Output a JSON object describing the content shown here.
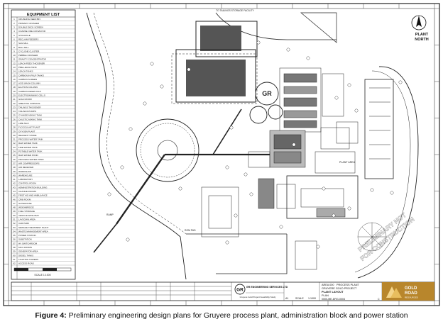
{
  "equipment_list": {
    "title": "EQUIPMENT LIST",
    "rows": [
      "CRUSHING FEED BIN",
      "PRIMARY CRUSHER",
      "DOUBLE DECK SCREEN",
      "COARSE ORE CONVEYOR",
      "STOCKPILE",
      "RECLAIM FEEDERS",
      "SAG MILL",
      "BALL MILL",
      "CYCLONE CLUSTER",
      "PEBBLE CRUSHER",
      "GRAVITY CONCENTRATOR",
      "LEACH FEED THICKENER",
      "PRE-LEACH TANK",
      "LEACH TANKS",
      "CARBON IN PULP TANKS",
      "CARBON SCREEN",
      "ACID WASH COLUMN",
      "ELUTION COLUMN",
      "CARBON REGEN KILN",
      "ELECTROWINNING CELLS",
      "GOLD ROOM",
      "SMELTING FURNACE",
      "TAILINGS THICKENER",
      "TAILINGS PUMPS",
      "CYANIDE MIXING TANK",
      "CAUSTIC MIXING TANK",
      "LIME SILO",
      "FLOCCULANT PLANT",
      "OXYGEN PLANT",
      "REAGENT STORE",
      "PROCESS WATER TANK",
      "RAW WATER TANK",
      "FIRE WATER TANK",
      "POTABLE WATER TANK",
      "RAW WATER POND",
      "PROCESS WATER POND",
      "AIR COMPRESSORS",
      "AIR RECEIVER",
      "WORKSHOP",
      "WAREHOUSE",
      "LABORATORY",
      "CONTROL ROOM",
      "ADMINISTRATION BUILDING",
      "CHANGE ROOMS",
      "FIRST AID AND AMBULANCE",
      "CRIB ROOM",
      "GATEHOUSE",
      "WEIGHBRIDGE",
      "FUEL STORAGE",
      "VEHICLE WASH BAY",
      "LAYDOWN AREA",
      "CAR PARK",
      "SEWAGE TREATMENT PLANT",
      "WASTE MANAGEMENT AREA",
      "POWER STATION",
      "SUBSTATION",
      "HV SWITCHROOM",
      "MCC ROOMS",
      "GENERATOR AREA",
      "DIESEL TANKS",
      "LIGHTING TOWERS",
      "ACCESS ROAD"
    ]
  },
  "north": {
    "label_1": "PLANT",
    "label_2": "NORTH"
  },
  "watermark": {
    "line_1": "PRELIMINARY NOT",
    "line_2": "FOR CONSTRUCTION"
  },
  "title_block": {
    "area": "AREA 000",
    "process_plant": "PROCESS PLANT",
    "project": "GRUYERE GOLD PROJECT",
    "drawing_title": "PLANT LAYOUT",
    "plan": "PLAN",
    "size_label": "A1",
    "scale_label": "SCALE",
    "scale_value": "1:1000",
    "drawing_number": "0000-ME-DRG-0004",
    "revision": "C",
    "engineer_name": "GR ENGINEERING SERVICES LTD",
    "client_project": "Gruyere Gold Project Feasibility Study",
    "client_name": "GOLD",
    "client_name_2": "ROAD",
    "client_name_3": "RESOURCES"
  },
  "callouts": {
    "tailings": "TO TAILINGS STORAGE FACILITY",
    "plant_area": "PLANT AREA",
    "ramp": "RAMP",
    "stockpile": "ROM PAD",
    "scale_bar": "SCALE 1:1000"
  },
  "caption": {
    "label": "Figure 4:",
    "text": " Preliminary engineering design plans for Gruyere process plant, administration block and power station"
  },
  "colors": {
    "line": "#222222",
    "gold": "#d8a640",
    "gold_dark": "#a9771e"
  }
}
